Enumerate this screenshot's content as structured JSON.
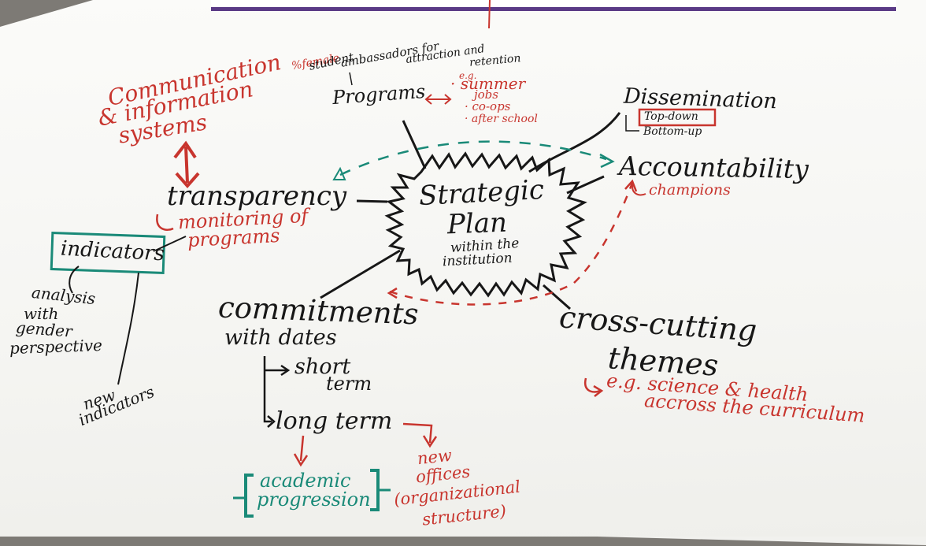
{
  "center": {
    "title_line1": "Strategic",
    "title_line2": "Plan",
    "subtitle_line1": "within the",
    "subtitle_line2": "institution"
  },
  "top": {
    "pct_female": "%female",
    "student": "student",
    "ambassadors": "ambassadors for",
    "attraction": "attraction and",
    "retention": "retention",
    "programs": "Programs",
    "eg": "e.g.",
    "summer": "· summer",
    "jobs": "jobs",
    "coops": "· co-ops",
    "after_school": "· after school"
  },
  "left": {
    "comm_line1": "Communication",
    "comm_line2": "& information",
    "comm_line3": "systems",
    "transparency": "transparency",
    "monitoring": "monitoring of",
    "programs": "programs",
    "indicators": "indicators",
    "analysis_line1": "analysis",
    "analysis_line2": "with",
    "analysis_line3": "gender",
    "analysis_line4": "perspective",
    "new_ind_line1": "new",
    "new_ind_line2": "indicators"
  },
  "right": {
    "dissemination": "Dissemination",
    "top_down": "Top-down",
    "bottom_up": "Bottom-up",
    "accountability": "Accountability",
    "champions": "champions",
    "cross_line1": "cross-cutting",
    "cross_line2": "themes",
    "eg_line1": "e.g. science & health",
    "eg_line2": "accross the curriculum"
  },
  "bottom": {
    "commitments": "commitments",
    "with_dates": "with dates",
    "short": "short",
    "term": "term",
    "long_term": "long term",
    "academic": "academic",
    "progression": "progression",
    "new_line1": "new",
    "new_line2": "offices",
    "org_line1": "(organizational",
    "org_line2": "structure)"
  },
  "colors": {
    "marker_black": "#171717",
    "marker_red": "#c8352e",
    "marker_green": "#1a8a78",
    "paper": "#f7f7f4",
    "banner": "#5a3a86"
  }
}
